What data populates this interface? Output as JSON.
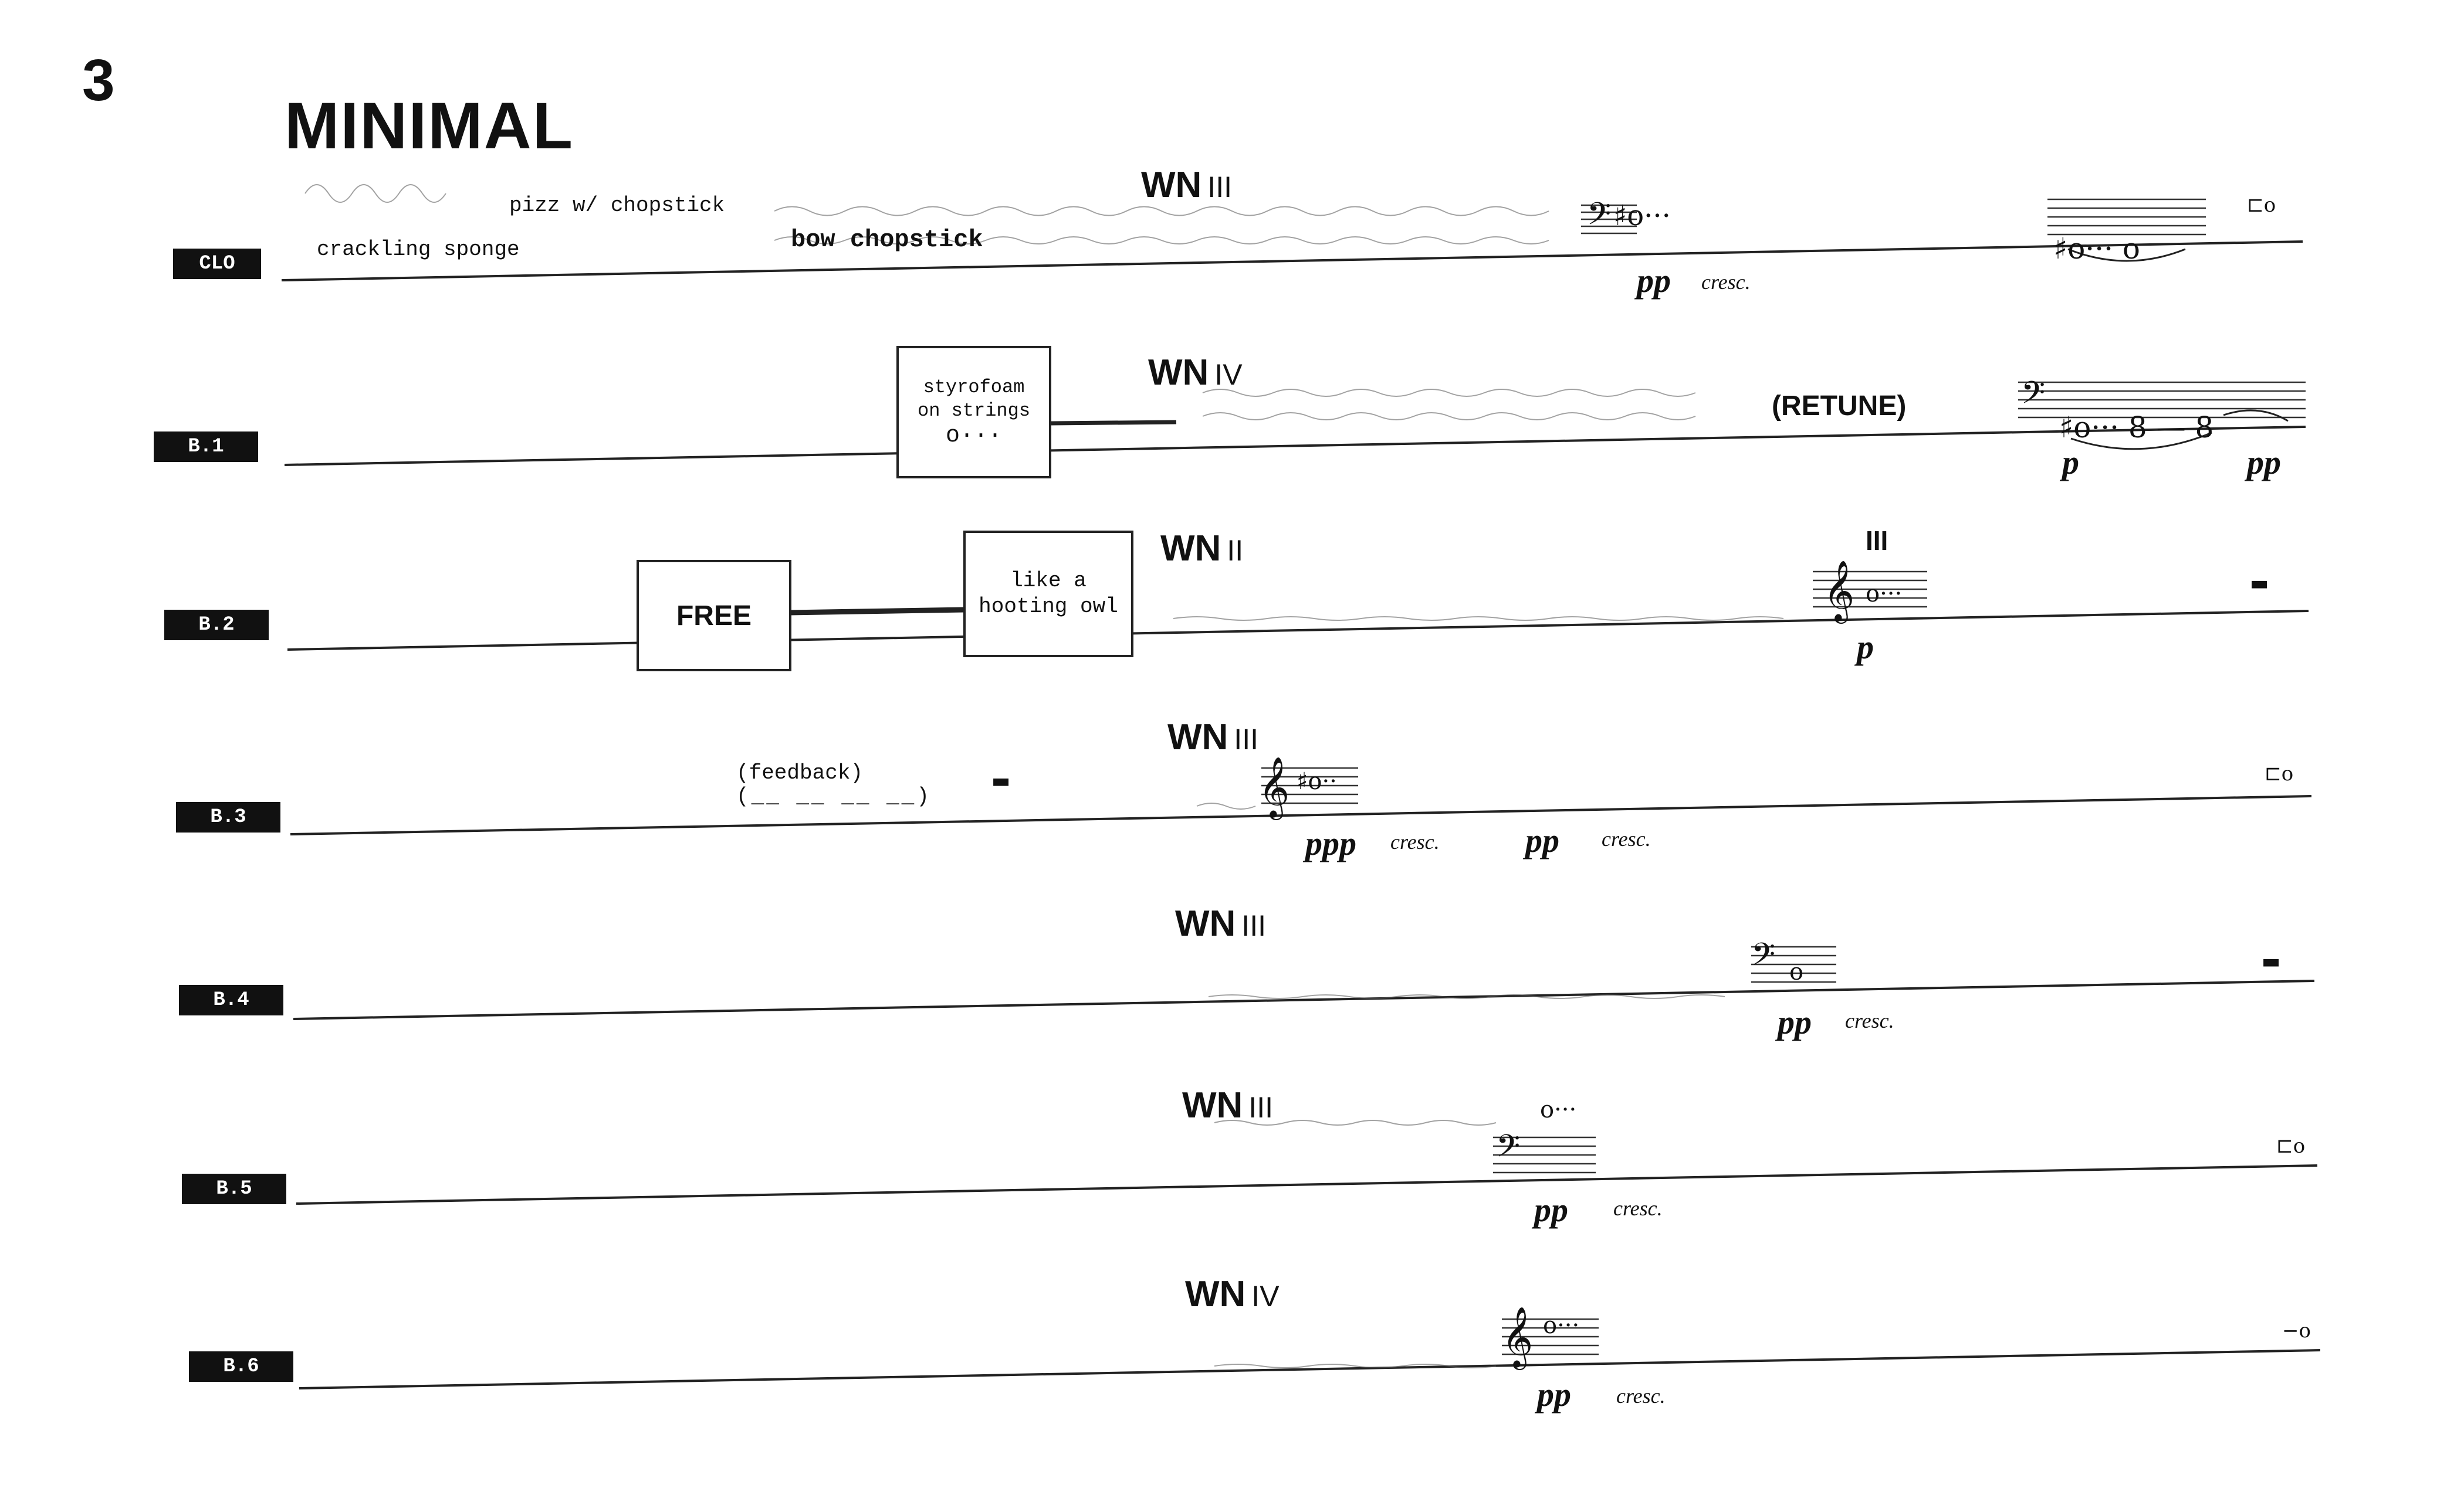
{
  "page": {
    "number": "3",
    "title": "MINIMAL"
  },
  "staves": [
    {
      "label": "CLO",
      "technique": "WN",
      "string": "III"
    },
    {
      "label": "B.1",
      "technique": "WN",
      "string": "IV"
    },
    {
      "label": "B.2",
      "technique": "WN",
      "string": "II"
    },
    {
      "label": "B.3",
      "technique": "WN",
      "string": "III"
    },
    {
      "label": "B.4",
      "technique": "WN",
      "string": "III"
    },
    {
      "label": "B.5",
      "technique": "WN",
      "string": "III"
    },
    {
      "label": "B.6",
      "technique": "WN",
      "string": "IV"
    }
  ],
  "clo": {
    "pizz": "pizz w/ chopstick",
    "crackling": "crackling sponge",
    "bow": "bow chopstick",
    "dynamic": "pp",
    "cresc": "cresc."
  },
  "b1": {
    "box_text": "styrofoam on strings",
    "retune": "(RETUNE)",
    "dyn1": "p",
    "dyn2": "pp"
  },
  "b2": {
    "free": "FREE",
    "owl": "like a hooting owl",
    "string_mark": "III",
    "dynamic": "p"
  },
  "b3": {
    "feedback": "(feedback)",
    "dyn1": "ppp",
    "cresc1": "cresc.",
    "dyn2": "pp",
    "cresc2": "cresc."
  },
  "b4": {
    "dynamic": "pp",
    "cresc": "cresc."
  },
  "b5": {
    "dynamic": "pp",
    "cresc": "cresc."
  },
  "b6": {
    "dynamic": "pp",
    "cresc": "cresc."
  }
}
